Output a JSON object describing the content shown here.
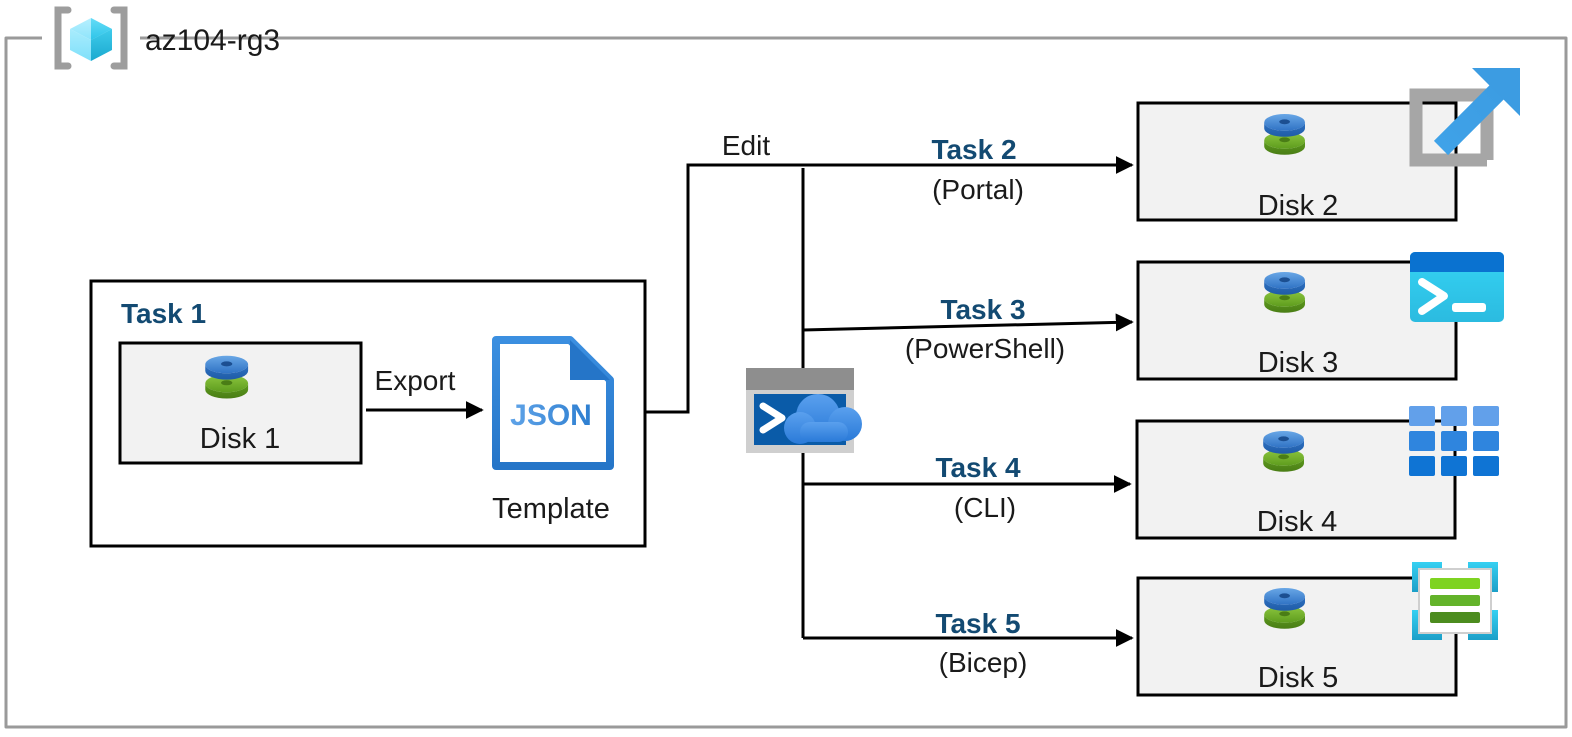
{
  "frame": {
    "label": "az104-rg3",
    "icon": "resource-group-cube-icon",
    "border_color": "#9a9a9a"
  },
  "colors": {
    "task_label": "#134a72",
    "box_fill": "#f2f2f2",
    "box_stroke": "#000000",
    "disk_top": "#4a90d9",
    "disk_bottom": "#70ad28",
    "json_blue": "#2a7fd4",
    "cloudshell_blue": "#0a5ba8",
    "powershell_cyan": "#2fd0f0",
    "cli_blue": "#2f80d8",
    "bicep_cyan": "#2fc6ea",
    "bicep_green": "#6fbf2a"
  },
  "task1": {
    "title": "Task 1",
    "disk": {
      "label": "Disk 1",
      "icon": "disk-icon"
    },
    "export_label": "Export",
    "template": {
      "label": "Template",
      "icon": "json-file-icon",
      "file_type": "JSON"
    }
  },
  "edit_label": "Edit",
  "cloudshell": {
    "icon": "cloud-shell-icon",
    "name": "Cloud Shell"
  },
  "branches": [
    {
      "task": "Task 2",
      "tool": "(Portal)",
      "disk": "Disk 2",
      "icon": "external-link-portal-icon",
      "disk_icon": "disk-icon"
    },
    {
      "task": "Task 3",
      "tool": "(PowerShell)",
      "disk": "Disk 3",
      "icon": "powershell-console-icon",
      "disk_icon": "disk-icon"
    },
    {
      "task": "Task 4",
      "tool": "(CLI)",
      "disk": "Disk 4",
      "icon": "cli-grid-icon",
      "disk_icon": "disk-icon"
    },
    {
      "task": "Task 5",
      "tool": "(Bicep)",
      "disk": "Disk 5",
      "icon": "bicep-file-icon",
      "disk_icon": "disk-icon"
    }
  ]
}
